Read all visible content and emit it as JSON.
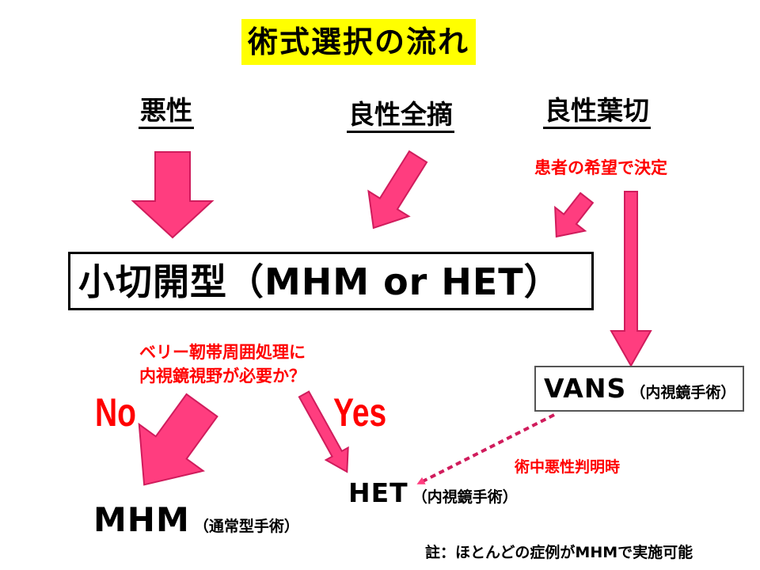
{
  "title": "術式選択の流れ",
  "categories": {
    "malignant": "悪性",
    "benign_total": "良性全摘",
    "benign_lobectomy": "良性葉切"
  },
  "patient_wish": "患者の希望で決定",
  "main_box": "小切開型（MHM or HET）",
  "question": {
    "line1": "ベリー靭帯周囲処理に",
    "line2": "内視鏡視野が必要か？"
  },
  "no_label": "No",
  "yes_label": "Yes",
  "vans": {
    "name": "VANS",
    "detail": "（内視鏡手術）"
  },
  "intraop_malignancy": "術中悪性判明時",
  "het": {
    "name": "HET",
    "detail": "（内視鏡手術）"
  },
  "mhm": {
    "name": "MHM",
    "detail": "（通常型手術）"
  },
  "note": "註：ほとんどの症例がMHMで実施可能",
  "colors": {
    "title_background": "#ffff00",
    "arrow_fill": "#ff3d7f",
    "emphasis_text": "#ff0000"
  }
}
